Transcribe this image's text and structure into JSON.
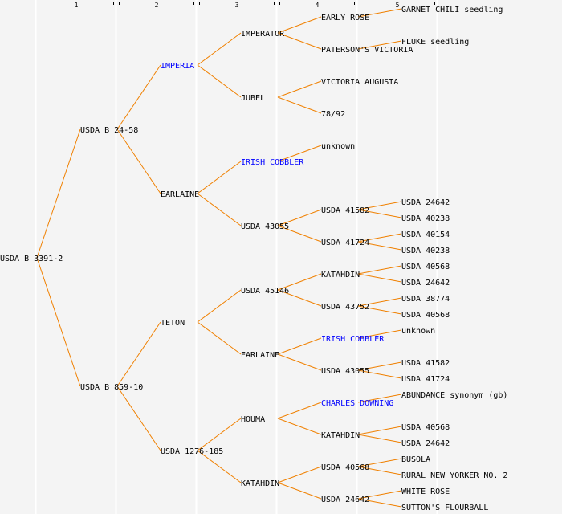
{
  "colors": {
    "background": "#f4f4f4",
    "separator": "#ffffff",
    "line": "#f08000",
    "text": "#000000",
    "link_text": "#0000ff",
    "bracket": "#000000"
  },
  "generations": [
    "1",
    "2",
    "3",
    "4",
    "5"
  ],
  "pedigree": {
    "label": "USDA B 3391-2",
    "children": [
      {
        "label": "USDA B 24-58",
        "children": [
          {
            "label": "IMPERIA",
            "link": true,
            "children": [
              {
                "label": "IMPERATOR",
                "children": [
                  {
                    "label": "EARLY ROSE",
                    "children": [
                      {
                        "label": "GARNET CHILI seedling"
                      }
                    ]
                  },
                  {
                    "label": "PATERSON'S VICTORIA",
                    "children": [
                      {
                        "label": "FLUKE seedling"
                      }
                    ]
                  }
                ]
              },
              {
                "label": "JUBEL",
                "children": [
                  {
                    "label": "VICTORIA AUGUSTA"
                  },
                  {
                    "label": "78/92"
                  }
                ]
              }
            ]
          },
          {
            "label": "EARLAINE",
            "children": [
              {
                "label": "IRISH COBBLER",
                "link": true,
                "children": [
                  {
                    "label": "unknown"
                  }
                ]
              },
              {
                "label": "USDA 43055",
                "children": [
                  {
                    "label": "USDA 41582",
                    "children": [
                      {
                        "label": "USDA 24642"
                      },
                      {
                        "label": "USDA 40238"
                      }
                    ]
                  },
                  {
                    "label": "USDA 41724",
                    "children": [
                      {
                        "label": "USDA 40154"
                      },
                      {
                        "label": "USDA 40238"
                      }
                    ]
                  }
                ]
              }
            ]
          }
        ]
      },
      {
        "label": "USDA B 859-10",
        "children": [
          {
            "label": "TETON",
            "children": [
              {
                "label": "USDA 45146",
                "children": [
                  {
                    "label": "KATAHDIN",
                    "children": [
                      {
                        "label": "USDA 40568"
                      },
                      {
                        "label": "USDA 24642"
                      }
                    ]
                  },
                  {
                    "label": "USDA 43752",
                    "children": [
                      {
                        "label": "USDA 38774"
                      },
                      {
                        "label": "USDA 40568"
                      }
                    ]
                  }
                ]
              },
              {
                "label": "EARLAINE",
                "children": [
                  {
                    "label": "IRISH COBBLER",
                    "link": true,
                    "children": [
                      {
                        "label": "unknown"
                      }
                    ]
                  },
                  {
                    "label": "USDA 43055",
                    "children": [
                      {
                        "label": "USDA 41582"
                      },
                      {
                        "label": "USDA 41724"
                      }
                    ]
                  }
                ]
              }
            ]
          },
          {
            "label": "USDA 1276-185",
            "children": [
              {
                "label": "HOUMA",
                "children": [
                  {
                    "label": "CHARLES DOWNING",
                    "link": true,
                    "children": [
                      {
                        "label": "ABUNDANCE synonym (gb)"
                      }
                    ]
                  },
                  {
                    "label": "KATAHDIN",
                    "children": [
                      {
                        "label": "USDA 40568"
                      },
                      {
                        "label": "USDA 24642"
                      }
                    ]
                  }
                ]
              },
              {
                "label": "KATAHDIN",
                "children": [
                  {
                    "label": "USDA 40568",
                    "children": [
                      {
                        "label": "BUSOLA"
                      },
                      {
                        "label": "RURAL NEW YORKER NO. 2"
                      }
                    ]
                  },
                  {
                    "label": "USDA 24642",
                    "children": [
                      {
                        "label": "WHITE ROSE"
                      },
                      {
                        "label": "SUTTON'S FLOURBALL"
                      }
                    ]
                  }
                ]
              }
            ]
          }
        ]
      }
    ]
  }
}
